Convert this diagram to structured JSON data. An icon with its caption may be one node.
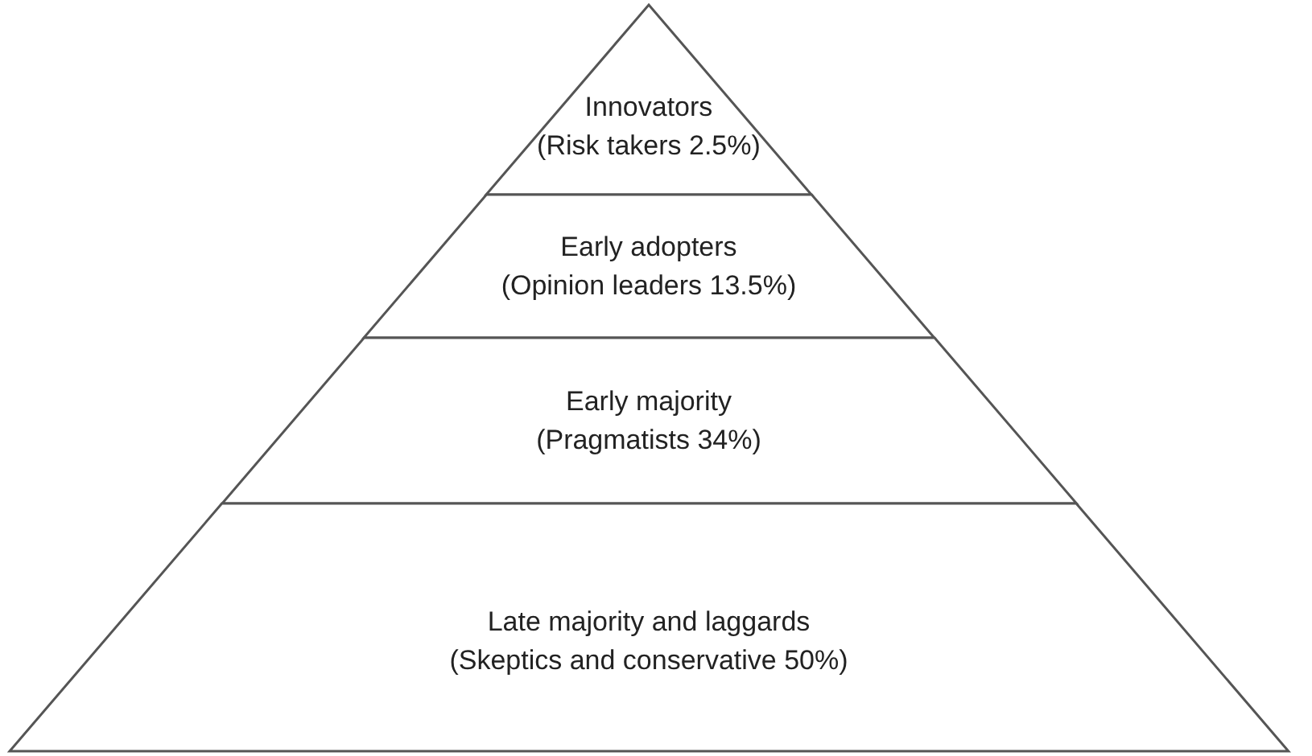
{
  "diagram": {
    "nodes": [
      {
        "text": [
          "Innovators",
          "(Risk takers 2.5%)"
        ]
      },
      {
        "text": [
          "Early adopters",
          "(Opinion leaders 13.5%)"
        ]
      },
      {
        "text": [
          "Early majority",
          "(Pragmatists 34%)"
        ]
      },
      {
        "text": [
          "Late majority and laggards",
          "(Skeptics and conservative 50%)"
        ]
      }
    ]
  }
}
